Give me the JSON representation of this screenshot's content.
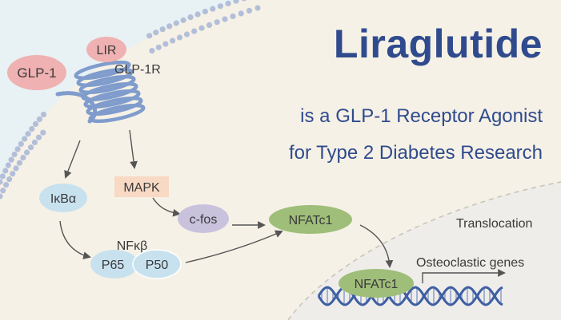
{
  "title": "Liraglutide",
  "subtitle_line1": "is a GLP-1 Receptor Agonist",
  "subtitle_line2": "for Type 2 Diabetes Research",
  "nodes": {
    "glp1": "GLP-1",
    "lir": "LIR",
    "glp1r": "GLP-1R",
    "ikba": "IκBα",
    "mapk": "MAPK",
    "cfos": "c-fos",
    "nfatc1_cyto": "NFATc1",
    "nfkb": "NFκβ",
    "p65": "P65",
    "p50": "P50",
    "nfatc1_nuc": "NFATc1"
  },
  "labels": {
    "translocation": "Translocation",
    "osteoclastic_genes": "Osteoclastic genes"
  },
  "colors": {
    "title": "#2f4b8e",
    "membrane_bead": "#b3bfd9",
    "receptor": "#7f9ccd",
    "glp1_fill": "#efb1b1",
    "lir_fill": "#efb1b1",
    "ikba_fill": "#c8e1ef",
    "mapk_fill": "#f8d9c4",
    "cfos_fill": "#c9c2dd",
    "nfatc1_fill": "#9fbe79",
    "p65_p50_fill": "#c8e1ef",
    "dna_strand": "#3f5fa3",
    "arrow": "#555555",
    "nucleus": "#efedea",
    "cytoplasm": "#f6f1e6",
    "outside": "#e8f1f3"
  }
}
